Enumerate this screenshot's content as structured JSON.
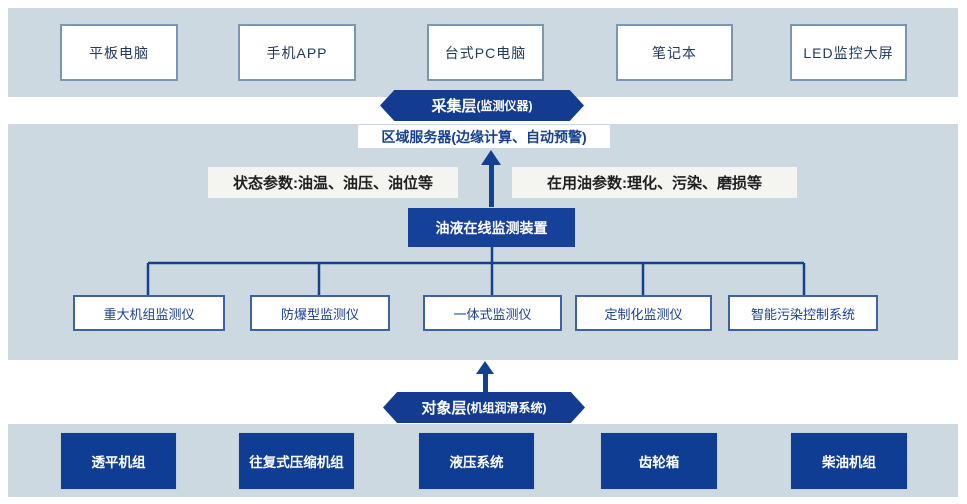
{
  "colors": {
    "band_background": "#cdd9e1",
    "navy_banner": "#133c90",
    "navy_box": "#15419a",
    "connector_line": "#14418f",
    "white_box_border_top": "#7a96b0",
    "white_box_border_mid": "#3d61a2",
    "label_background": "#f4f4f1"
  },
  "display_layer": {
    "items": [
      "平板电脑",
      "手机APP",
      "台式PC电脑",
      "笔记本",
      "LED监控大屏"
    ]
  },
  "collection_layer": {
    "banner_title": "采集层",
    "banner_sub": "(监测仪器)",
    "server_label": "区域服务器(边缘计算、自动预警)",
    "status_params": "状态参数:油温、油压、油位等",
    "oil_params": "在用油参数:理化、污染、磨损等",
    "device_label": "油液在线监测装置",
    "monitors": [
      "重大机组监测仪",
      "防爆型监测仪",
      "一体式监测仪",
      "定制化监测仪",
      "智能污染控制系统"
    ]
  },
  "object_layer": {
    "banner_title": "对象层",
    "banner_sub": " (机组润滑系统)",
    "equipment": [
      "透平机组",
      "往复式压缩机组",
      "液压系统",
      "齿轮箱",
      "柴油机组"
    ]
  }
}
